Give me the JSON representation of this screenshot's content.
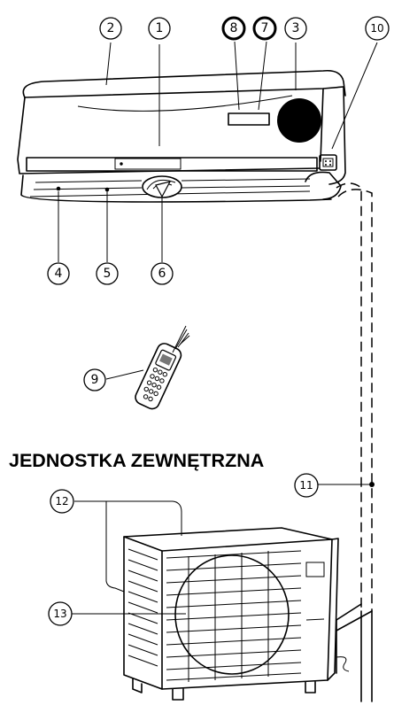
{
  "labels": {
    "n1": "1",
    "n2": "2",
    "n3": "3",
    "n4": "4",
    "n5": "5",
    "n6": "6",
    "n7": "7",
    "n8": "8",
    "n9": "9",
    "n10": "10",
    "n11": "11",
    "n12": "12",
    "n13": "13"
  },
  "outdoor_title": "JEDNOSTKA ZEWNĘTRZNA"
}
